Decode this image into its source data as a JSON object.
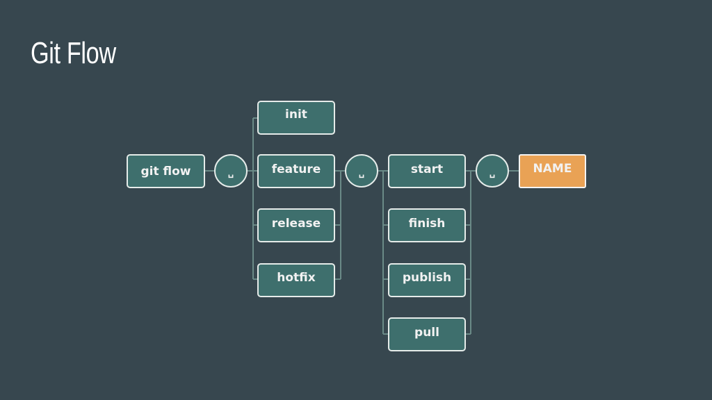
{
  "slide": {
    "title": "Git Flow"
  },
  "diagram": {
    "root": "git flow",
    "separator": "␣",
    "subcommands": [
      "init",
      "feature",
      "release",
      "hotfix"
    ],
    "actions": [
      "start",
      "finish",
      "publish",
      "pull"
    ],
    "argument": "NAME",
    "colors": {
      "node": "#3e6f6d",
      "argument": "#e9a255",
      "background": "#37474f"
    }
  }
}
